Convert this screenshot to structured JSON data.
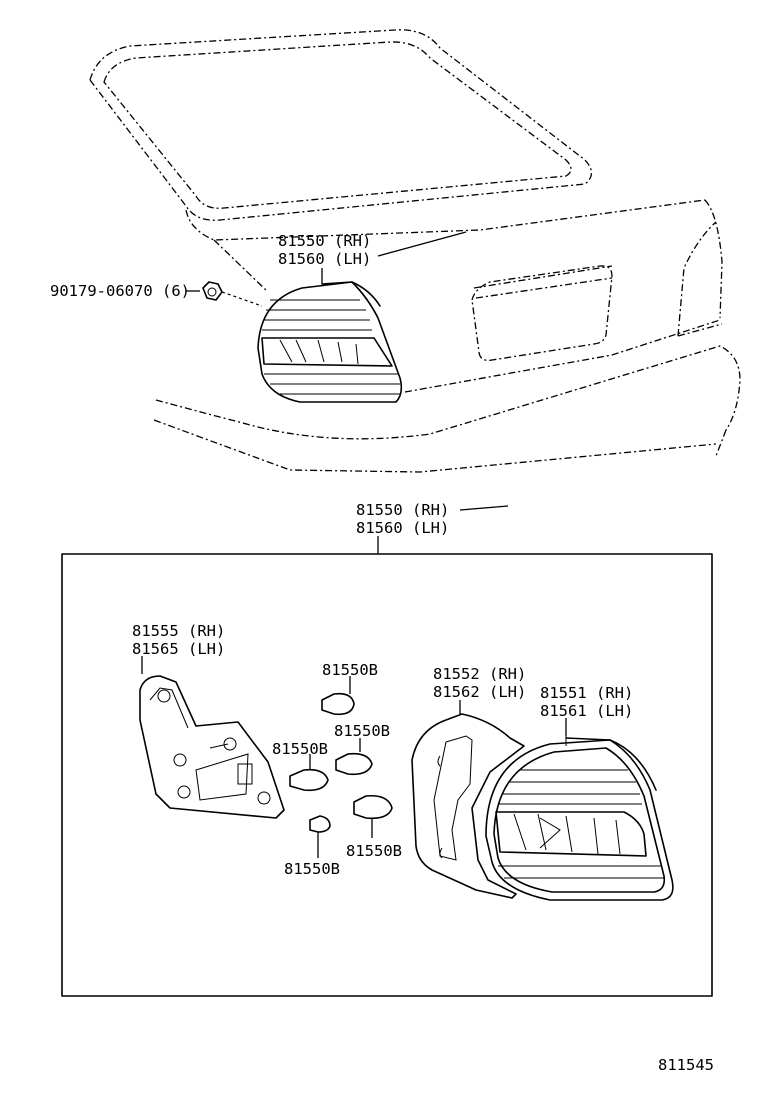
{
  "labels": {
    "top_rh": "81550 (RH)",
    "top_lh": "81560 (LH)",
    "nut": "90179-06070 (6)",
    "mid_rh": "81550 (RH)",
    "mid_lh": "81560 (LH)",
    "base_rh": "81555 (RH)",
    "base_lh": "81565 (LH)",
    "bulb1": "81550B",
    "bulb2": "81550B",
    "bulb3": "81550B",
    "bulb4": "81550B",
    "bulb5": "81550B",
    "gasket_rh": "81552 (RH)",
    "gasket_lh": "81562 (LH)",
    "lens_rh": "81551 (RH)",
    "lens_lh": "81561 (LH)",
    "diagram_no": "811545"
  }
}
